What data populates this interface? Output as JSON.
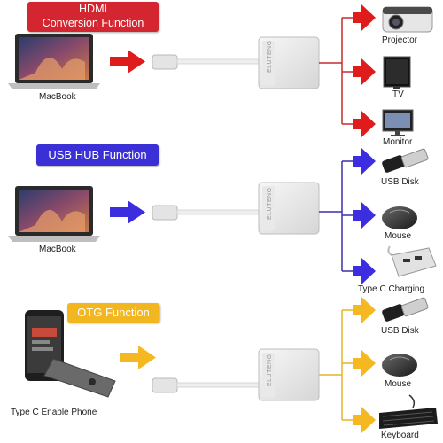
{
  "colors": {
    "hdmi": "#d32630",
    "usb": "#3b2fd6",
    "otg": "#f2b620",
    "hdmi_line": "#c72b2b",
    "usb_line": "#3a2fb0",
    "otg_line": "#e9b22a"
  },
  "adapter_brand": "ELUTENG",
  "sections": [
    {
      "title_lines": [
        "HDMI",
        "Conversion Function"
      ],
      "source_label": "MacBook",
      "devices": [
        "Projector",
        "TV",
        "Monitor"
      ]
    },
    {
      "title": "USB HUB Function",
      "source_label": "MacBook",
      "devices": [
        "USB Disk",
        "Mouse",
        "Type C Charging"
      ]
    },
    {
      "title": "OTG Function",
      "source_label": "Type C Enable Phone",
      "devices": [
        "USB Disk",
        "Mouse",
        "Keyboard"
      ]
    }
  ]
}
